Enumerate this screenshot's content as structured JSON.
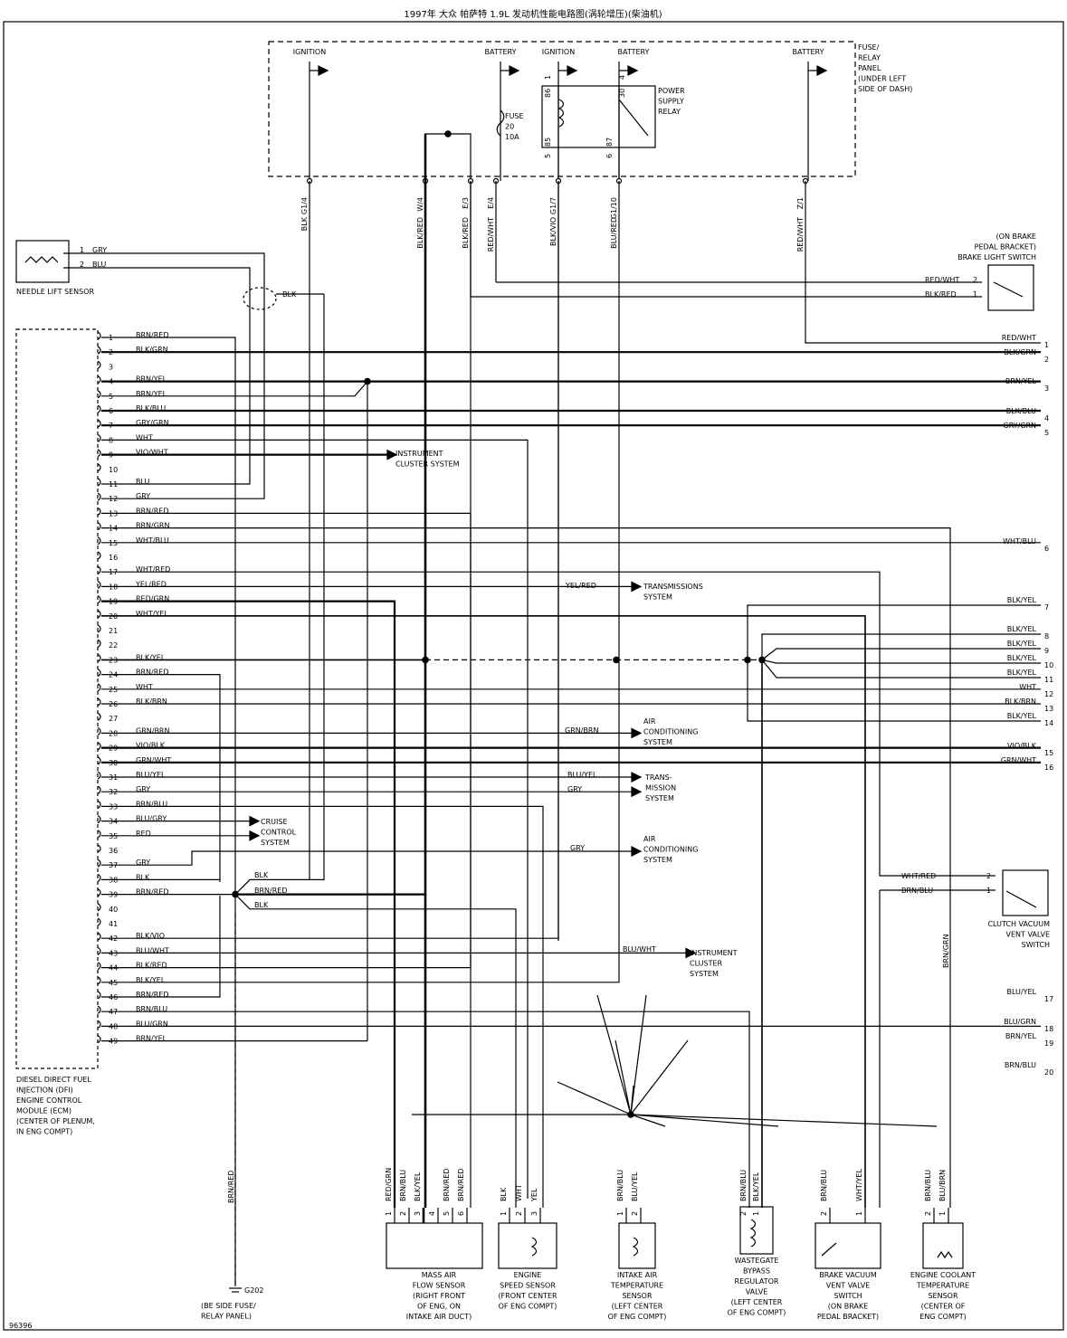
{
  "title": "1997年 大众 帕萨特 1.9L 发动机性能电路图(涡轮增压)(柴油机)",
  "figure_number": "96396",
  "fuse_panel": {
    "title_lines": [
      "FUSE/",
      "RELAY",
      "PANEL",
      "(UNDER LEFT",
      "SIDE OF DASH)"
    ],
    "ignition_1": "IGNITION",
    "battery_1": "BATTERY",
    "ignition_2": "IGNITION",
    "battery_2": "BATTERY",
    "battery_3": "BATTERY",
    "fuse_lines": [
      "FUSE",
      "20",
      "10A"
    ],
    "relay_lines": [
      "POWER",
      "SUPPLY",
      "RELAY"
    ],
    "relay_pins": [
      "86",
      "85",
      "30",
      "87",
      "1",
      "4",
      "5",
      "6"
    ]
  },
  "top_connectors": [
    "G1/4",
    "W/4",
    "E/3",
    "E/4",
    "G1/7",
    "G1/10",
    "Z/1"
  ],
  "top_wire_colors": [
    "BLK",
    "BLK/RED",
    "BLK/RED",
    "RED/WHT",
    "BLK/VIO",
    "BLU/RED",
    "RED/WHT"
  ],
  "needle_lift": {
    "name": "NEEDLE LIFT SENSOR",
    "pins": [
      {
        "num": "1",
        "color": "GRY"
      },
      {
        "num": "2",
        "color": "BLU"
      }
    ],
    "shield": "BLK"
  },
  "brake_light_switch": {
    "lines": [
      "(ON BRAKE",
      "PEDAL BRACKET)",
      "BRAKE LIGHT SWITCH"
    ],
    "pins": [
      {
        "num": "2",
        "color": "RED/WHT"
      },
      {
        "num": "1",
        "color": "BLK/RED"
      }
    ]
  },
  "ecm": {
    "lines": [
      "DIESEL DIRECT FUEL",
      "INJECTION (DFI)",
      "ENGINE CONTROL",
      "MODULE (ECM)",
      "(CENTER OF PLENUM,",
      "IN ENG COMPT)"
    ],
    "pins": [
      {
        "num": "1",
        "color": "BRN/RED"
      },
      {
        "num": "2",
        "color": "BLK/GRN"
      },
      {
        "num": "3",
        "color": ""
      },
      {
        "num": "4",
        "color": "BRN/YEL"
      },
      {
        "num": "5",
        "color": "BRN/YEL"
      },
      {
        "num": "6",
        "color": "BLK/BLU"
      },
      {
        "num": "7",
        "color": "GRY/GRN"
      },
      {
        "num": "8",
        "color": "WHT"
      },
      {
        "num": "9",
        "color": "VIO/WHT"
      },
      {
        "num": "10",
        "color": ""
      },
      {
        "num": "11",
        "color": "BLU"
      },
      {
        "num": "12",
        "color": "GRY"
      },
      {
        "num": "13",
        "color": "BRN/RED"
      },
      {
        "num": "14",
        "color": "BRN/GRN"
      },
      {
        "num": "15",
        "color": "WHT/BLU"
      },
      {
        "num": "16",
        "color": ""
      },
      {
        "num": "17",
        "color": "WHT/RED"
      },
      {
        "num": "18",
        "color": "YEL/RED"
      },
      {
        "num": "19",
        "color": "RED/GRN"
      },
      {
        "num": "20",
        "color": "WHT/YEL"
      },
      {
        "num": "21",
        "color": ""
      },
      {
        "num": "22",
        "color": ""
      },
      {
        "num": "23",
        "color": "BLK/YEL"
      },
      {
        "num": "24",
        "color": "BRN/RED"
      },
      {
        "num": "25",
        "color": "WHT"
      },
      {
        "num": "26",
        "color": "BLK/BRN"
      },
      {
        "num": "27",
        "color": ""
      },
      {
        "num": "28",
        "color": "GRN/BRN"
      },
      {
        "num": "29",
        "color": "VIO/BLK"
      },
      {
        "num": "30",
        "color": "GRN/WHT"
      },
      {
        "num": "31",
        "color": "BLU/YEL"
      },
      {
        "num": "32",
        "color": "GRY"
      },
      {
        "num": "33",
        "color": "BRN/BLU"
      },
      {
        "num": "34",
        "color": "BLU/GRY"
      },
      {
        "num": "35",
        "color": "RED"
      },
      {
        "num": "36",
        "color": ""
      },
      {
        "num": "37",
        "color": "GRY"
      },
      {
        "num": "38",
        "color": "BLK"
      },
      {
        "num": "39",
        "color": "BRN/RED"
      },
      {
        "num": "40",
        "color": ""
      },
      {
        "num": "41",
        "color": ""
      },
      {
        "num": "42",
        "color": "BLK/VIO"
      },
      {
        "num": "43",
        "color": "BLU/WHT"
      },
      {
        "num": "44",
        "color": "BLK/RED"
      },
      {
        "num": "45",
        "color": "BLK/YEL"
      },
      {
        "num": "46",
        "color": "BRN/RED"
      },
      {
        "num": "47",
        "color": "BRN/BLU"
      },
      {
        "num": "48",
        "color": "BLU/GRN"
      },
      {
        "num": "49",
        "color": "BRN/YEL"
      }
    ]
  },
  "right_outputs": [
    {
      "color": "RED/WHT",
      "num": "1"
    },
    {
      "color": "BLK/GRN",
      "num": "2"
    },
    {
      "color": "BRN/YEL",
      "num": "3"
    },
    {
      "color": "BLK/BLU",
      "num": "4"
    },
    {
      "color": "GRY/GRN",
      "num": "5"
    },
    {
      "color": "WHT/BLU",
      "num": "6"
    },
    {
      "color": "BLK/YEL",
      "num": "7"
    },
    {
      "color": "BLK/YEL",
      "num": "8"
    },
    {
      "color": "BLK/YEL",
      "num": "9"
    },
    {
      "color": "BLK/YEL",
      "num": "10"
    },
    {
      "color": "BLK/YEL",
      "num": "11"
    },
    {
      "color": "WHT",
      "num": "12"
    },
    {
      "color": "BLK/BRN",
      "num": "13"
    },
    {
      "color": "BLK/YEL",
      "num": "14"
    },
    {
      "color": "VIO/BLK",
      "num": "15"
    },
    {
      "color": "GRN/WHT",
      "num": "16"
    },
    {
      "color": "BLU/YEL",
      "num": "17"
    },
    {
      "color": "BLU/GRN",
      "num": "18"
    },
    {
      "color": "BRN/YEL",
      "num": "19"
    },
    {
      "color": "BRN/BLU",
      "num": "20"
    }
  ],
  "systems": {
    "instrument_1": [
      "INSTRUMENT",
      "CLUSTER SYSTEM"
    ],
    "transmissions": [
      "TRANSMISSIONS",
      "SYSTEM"
    ],
    "ac_1": [
      "AIR",
      "CONDITIONING",
      "SYSTEM"
    ],
    "trans_2": [
      "TRANS-",
      "MISSION",
      "SYSTEM"
    ],
    "cruise": [
      "CRUISE",
      "CONTROL",
      "SYSTEM"
    ],
    "ac_2": [
      "AIR",
      "CONDITIONING",
      "SYSTEM"
    ],
    "instrument_2": [
      "INSTRUMENT",
      "CLUSTER",
      "SYSTEM"
    ]
  },
  "system_wire_labels": {
    "yel_red": "YEL/RED",
    "grn_brn": "GRN/BRN",
    "blu_yel": "BLU/YEL",
    "gry_a": "GRY",
    "gry_b": "GRY",
    "blu_wht": "BLU/WHT"
  },
  "splice_labels": {
    "blk_a": "BLK",
    "brn_red": "BRN/RED",
    "blk_b": "BLK"
  },
  "clutch_switch": {
    "lines": [
      "CLUTCH VACUUM",
      "VENT VALVE",
      "SWITCH"
    ],
    "pins": [
      {
        "num": "2",
        "color": "WHT/RED"
      },
      {
        "num": "1",
        "color": "BRN/BLU"
      }
    ],
    "drop_color": "BRN/GRN"
  },
  "ground": {
    "wire": "BRN/RED",
    "name": "G202",
    "lines": [
      "(BE SIDE FUSE/",
      "RELAY PANEL)"
    ]
  },
  "bottom_components": [
    {
      "id": "maf",
      "pins": [
        "1",
        "2",
        "3",
        "4",
        "5",
        "6"
      ],
      "colors": [
        "RED/GRN",
        "BRN/BLU",
        "BLK/YEL",
        "",
        "BRN/RED",
        "BRN/RED"
      ],
      "lines": [
        "MASS AIR",
        "FLOW SENSOR",
        "(RIGHT FRONT",
        "OF ENG, ON",
        "INTAKE AIR DUCT)"
      ]
    },
    {
      "id": "speed",
      "pins": [
        "1",
        "2",
        "3"
      ],
      "colors": [
        "BLK",
        "WHT",
        "YEL"
      ],
      "lines": [
        "ENGINE",
        "SPEED SENSOR",
        "(FRONT CENTER",
        "OF ENG COMPT)"
      ]
    },
    {
      "id": "iat",
      "pins": [
        "1",
        "2"
      ],
      "colors": [
        "BRN/BLU",
        "BLU/YEL"
      ],
      "lines": [
        "INTAKE AIR",
        "TEMPERATURE",
        "SENSOR",
        "(LEFT CENTER",
        "OF ENG COMPT)"
      ]
    },
    {
      "id": "wastegate",
      "pins": [
        "2",
        "1"
      ],
      "colors": [
        "BRN/BLU",
        "BLK/YEL"
      ],
      "lines": [
        "WASTEGATE",
        "BYPASS",
        "REGULATOR",
        "VALVE",
        "(LEFT CENTER",
        "OF ENG COMPT)"
      ]
    },
    {
      "id": "brakevac",
      "pins": [
        "2",
        "1"
      ],
      "colors": [
        "BRN/BLU",
        "WHT/YEL"
      ],
      "lines": [
        "BRAKE VACUUM",
        "VENT VALVE",
        "SWITCH",
        "(ON BRAKE",
        "PEDAL BRACKET)"
      ]
    },
    {
      "id": "ect",
      "pins": [
        "2",
        "1"
      ],
      "colors": [
        "BRN/BLU",
        "BLU/BRN"
      ],
      "lines": [
        "ENGINE COOLANT",
        "TEMPERATURE",
        "SENSOR",
        "(CENTER OF",
        "ENG COMPT)"
      ]
    }
  ]
}
